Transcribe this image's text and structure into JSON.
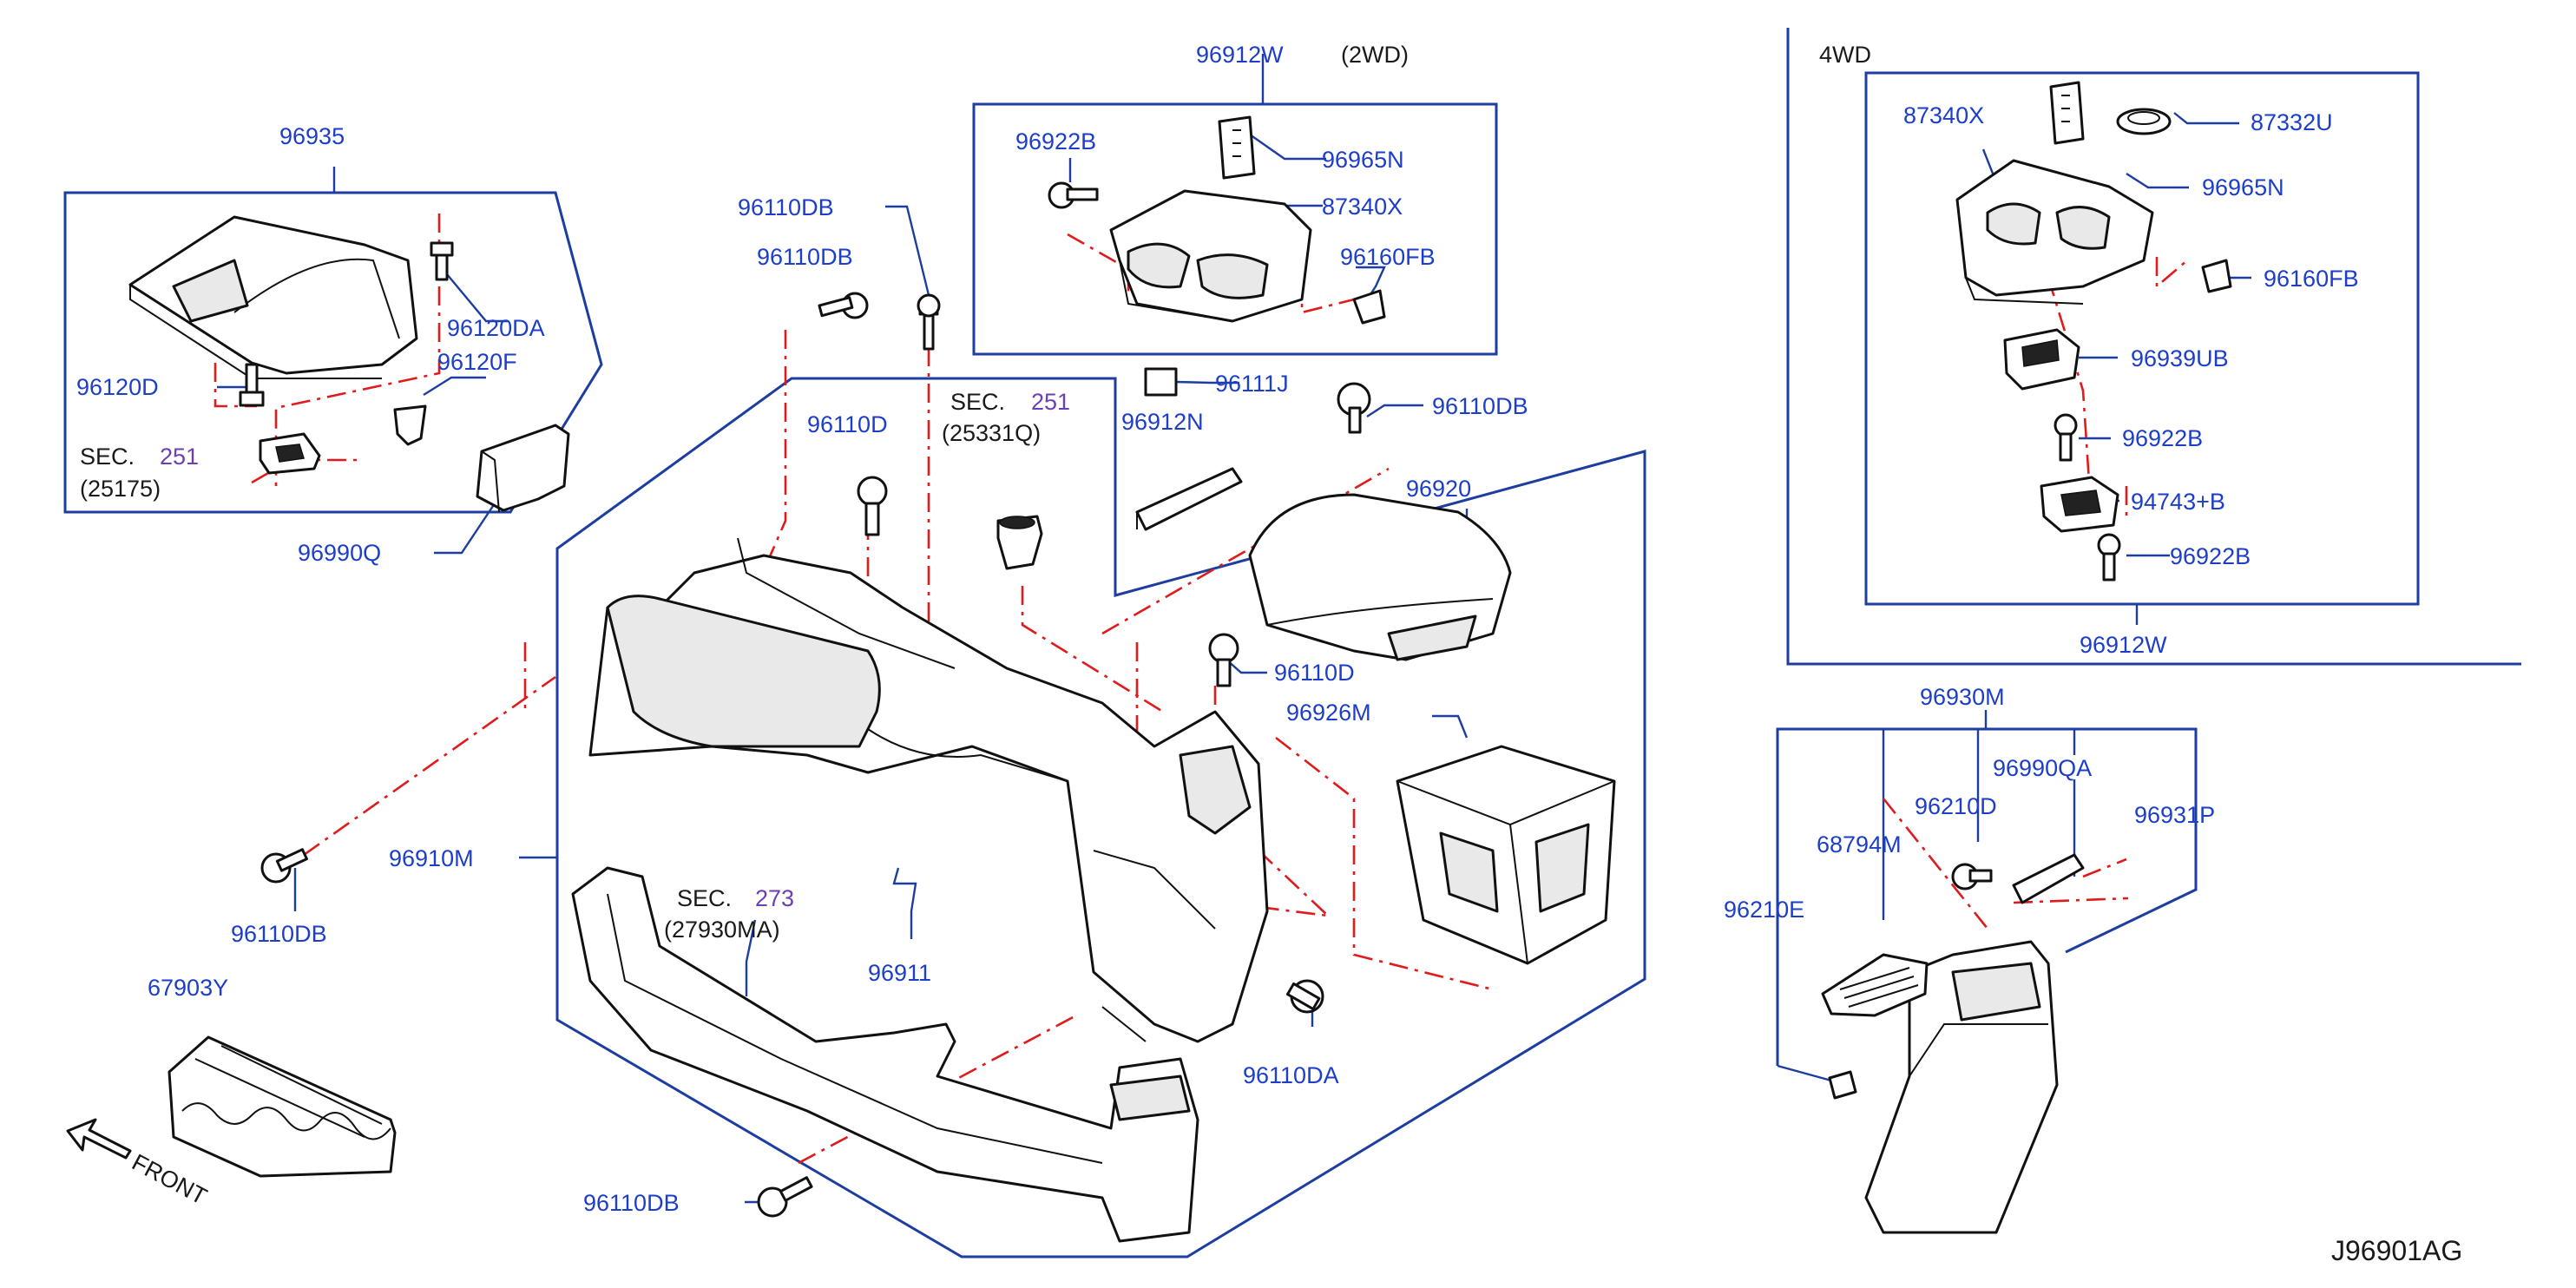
{
  "labels": {
    "p96935": "96935",
    "p96120DA": "96120DA",
    "p96120F": "96120F",
    "p96120D": "96120D",
    "sec251a_sec": "SEC.",
    "sec251a_num": "251",
    "sec251a_sub": "(25175)",
    "p96990Q": "96990Q",
    "p96110DB_a": "96110DB",
    "p96110DB_b": "96110DB",
    "p96110D_a": "96110D",
    "sec251b_sec": "SEC.",
    "sec251b_num": "251",
    "sec251b_sub": "(25331Q)",
    "p96912W_top": "96912W",
    "twowd": "(2WD)",
    "p96922B_a": "96922B",
    "p96965N_a": "96965N",
    "p87340X_a": "87340X",
    "p96160FB_a": "96160FB",
    "p96111J": "96111J",
    "p96110DB_c": "96110DB",
    "p96912N": "96912N",
    "p96920": "96920",
    "p96110D_b": "96110D",
    "p96926M": "96926M",
    "p96910M": "96910M",
    "p96110DB_d": "96110DB",
    "sec273_sec": "SEC.",
    "sec273_num": "273",
    "sec273_sub": "(27930MA)",
    "p96911": "96911",
    "p67903Y": "67903Y",
    "front": "FRONT",
    "p96110DA": "96110DA",
    "p96110DB_e": "96110DB",
    "fourwd": "4WD",
    "p87340X_b": "87340X",
    "p87332U": "87332U",
    "p96965N_b": "96965N",
    "p96160FB_b": "96160FB",
    "p96939UB": "96939UB",
    "p96922B_b": "96922B",
    "p94743B": "94743+B",
    "p96922B_c": "96922B",
    "p96912W_bot": "96912W",
    "p96930M": "96930M",
    "p96990QA": "96990QA",
    "p96210D": "96210D",
    "p68794M": "68794M",
    "p96931P": "96931P",
    "p96210E": "96210E",
    "diagram_code": "J96901AG"
  },
  "colors": {
    "label_blue": "#1d3ec9",
    "section_purple": "#6b3fb5",
    "frame_blue": "#1d3ea0",
    "centerline_red": "#e01b1b",
    "outline_black": "#111111"
  }
}
